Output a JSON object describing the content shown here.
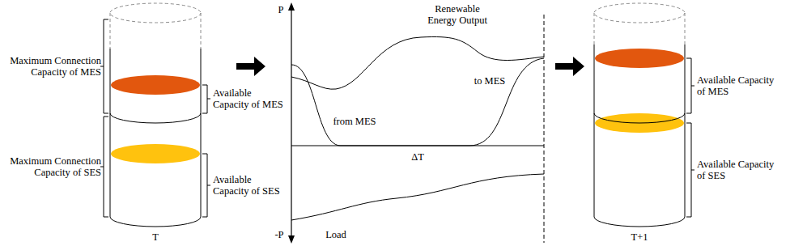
{
  "diagram": {
    "labels": [
      "Maximum Connection Capacity of MES",
      "Available Capacity of MES",
      "Maximum Connection Capacity of SES",
      "Available Capacity of SES",
      "T",
      "P",
      "Renewable Energy Output",
      "from MES",
      "to MES",
      "ΔT",
      "-P",
      "Load",
      "Available Capacity of MES",
      "Available Capacity of SES",
      "T+1"
    ]
  }
}
